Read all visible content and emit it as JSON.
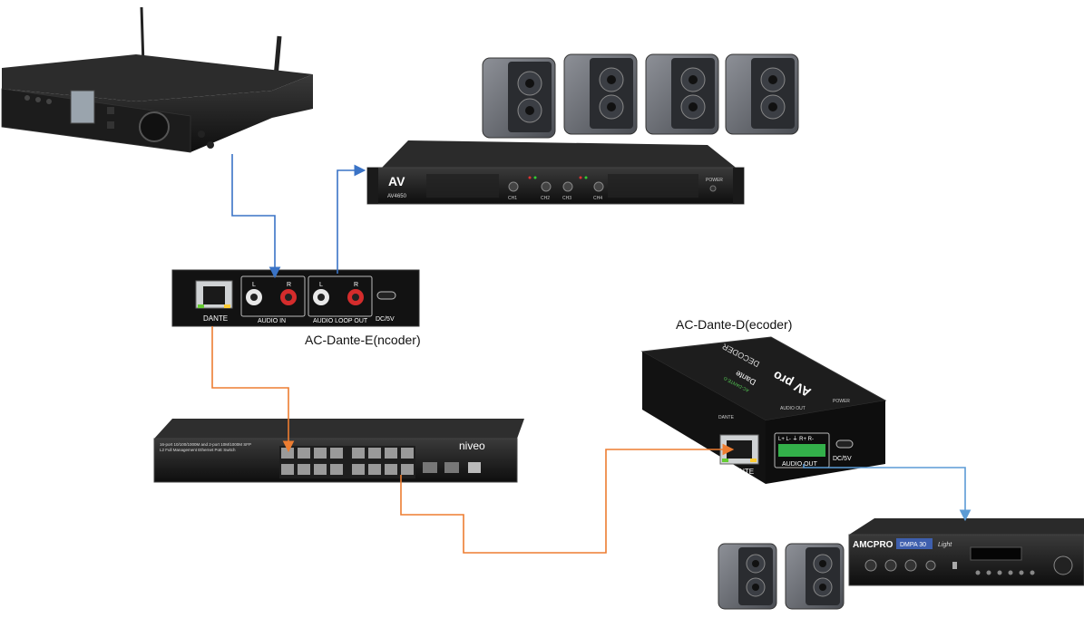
{
  "labels": {
    "encoder_caption": "AC-Dante-E(ncoder)",
    "decoder_caption": "AC-Dante-D(ecoder)"
  },
  "encoder": {
    "port_dante": "DANTE",
    "in_l": "L",
    "in_r": "R",
    "audio_in": "AUDIO IN",
    "loop_l": "L",
    "loop_r": "R",
    "audio_loop_out": "AUDIO LOOP OUT",
    "dc": "DC/5V"
  },
  "decoder": {
    "port_dante": "DANTE",
    "audio_out": "AUDIO OUT",
    "dc": "DC/5V",
    "top_text": "DECODER",
    "brand": "AV pro",
    "dante_logo": "Dante",
    "model": "AC-DANTE-D",
    "lbl_dante": "DANTE",
    "lbl_audio": "AUDIO OUT",
    "lbl_power": "POWER",
    "pins": "L+ L- ⏚ R+ R-"
  },
  "switch": {
    "brand": "niveo",
    "desc_line1": "16-port 10/100/1000M and 2-port 10M/1000M SFP",
    "desc_line2": "L2 Full Management Ethernet PoE Switch"
  },
  "amplifier": {
    "brand": "AV",
    "model": "AV4650",
    "ch1": "CH1",
    "ch2": "CH2",
    "ch3": "CH3",
    "ch4": "CH4",
    "power": "POWER"
  },
  "mixer_amp": {
    "brand": "AMCPRO",
    "model": "DMPA 30",
    "sub": "Light"
  },
  "colors": {
    "analog_cable": "#3a73c6",
    "network_cable": "#ed7d31",
    "analog_cable_light": "#5b9bd5"
  }
}
